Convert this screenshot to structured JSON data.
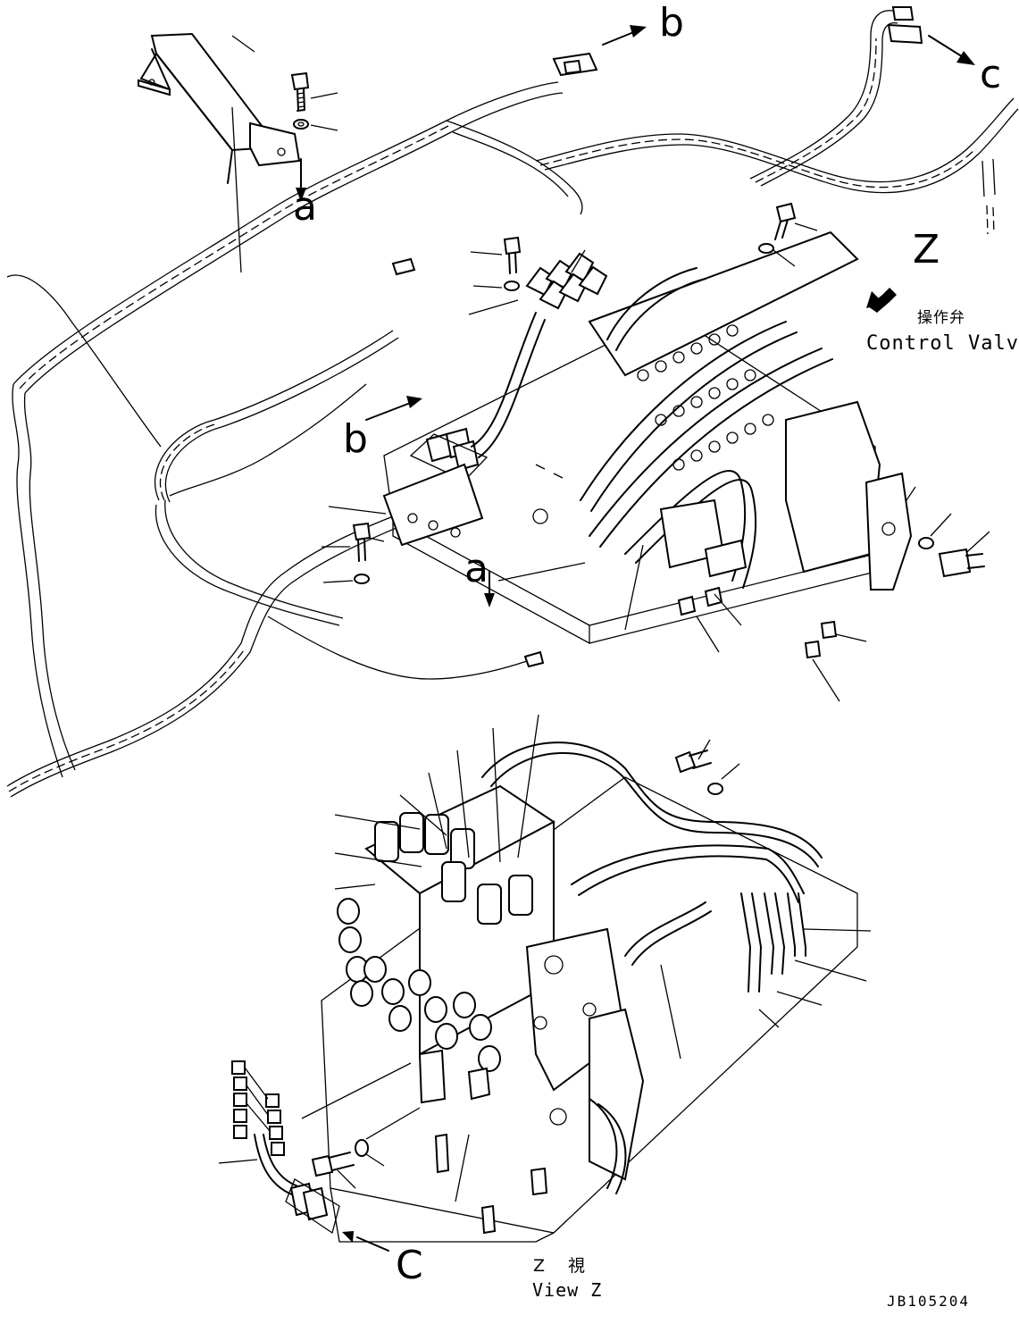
{
  "labels": {
    "ref_a": "a",
    "ref_b": "b",
    "ref_c_lower": "c",
    "ref_c_upper": "C",
    "view_letter": "Z",
    "control_valve_jp": "操作弁",
    "control_valve_en": "Control Valve",
    "view_z_jp": "Z 視",
    "view_z_en": "View Z",
    "drawing_number": "JB105204"
  },
  "icons": {
    "arrow": "arrow-icon",
    "view-arrow": "view-direction-arrow-icon",
    "bolt": "bolt-icon",
    "washer": "washer-icon",
    "connector": "connector-icon",
    "bracket": "bracket-icon"
  }
}
